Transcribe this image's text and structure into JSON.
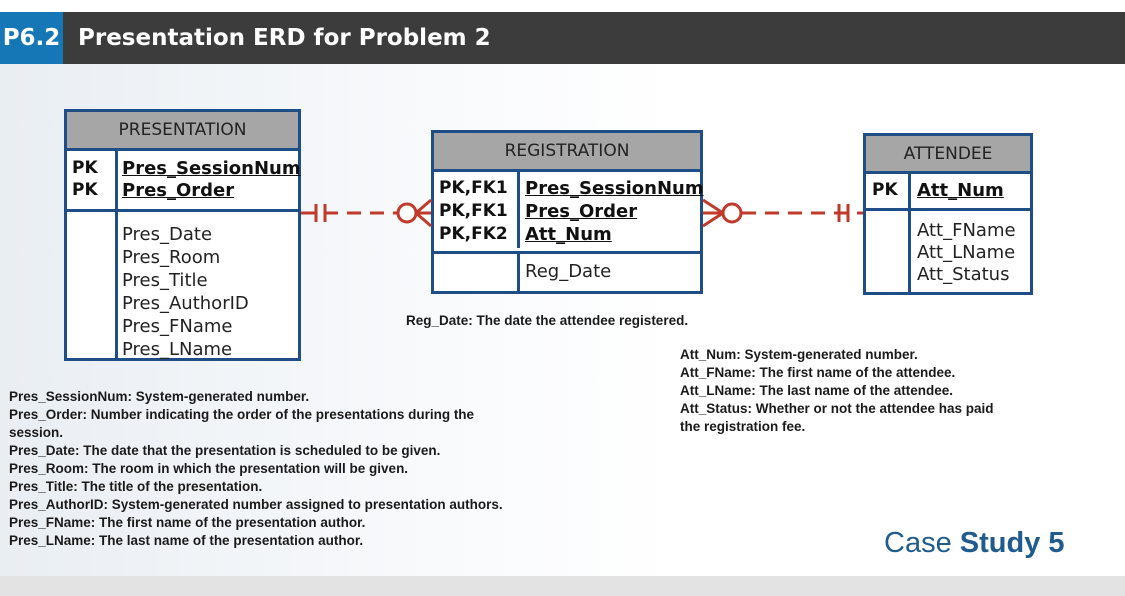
{
  "header": {
    "number": "P6.2",
    "title": "Presentation ERD for Problem 2"
  },
  "entities": {
    "presentation": {
      "name": "PRESENTATION",
      "keys": [
        "PK",
        "PK"
      ],
      "key_attrs": [
        "Pres_SessionNum",
        "Pres_Order"
      ],
      "attrs": [
        "Pres_Date",
        "Pres_Room",
        "Pres_Title",
        "Pres_AuthorID",
        "Pres_FName",
        "Pres_LName"
      ]
    },
    "registration": {
      "name": "REGISTRATION",
      "keys": [
        "PK,FK1",
        "PK,FK1",
        "PK,FK2"
      ],
      "key_attrs": [
        "Pres_SessionNum",
        "Pres_Order",
        "Att_Num"
      ],
      "attrs": [
        "Reg_Date"
      ]
    },
    "attendee": {
      "name": "ATTENDEE",
      "keys": [
        "PK"
      ],
      "key_attrs": [
        "Att_Num"
      ],
      "attrs": [
        "Att_FName",
        "Att_LName",
        "Att_Status"
      ]
    }
  },
  "relationships": [
    {
      "from": "PRESENTATION",
      "to": "REGISTRATION",
      "from_cardinality": "one-mandatory",
      "to_cardinality": "zero-or-many",
      "style": "dashed"
    },
    {
      "from": "ATTENDEE",
      "to": "REGISTRATION",
      "from_cardinality": "one-mandatory",
      "to_cardinality": "zero-or-many",
      "style": "dashed"
    }
  ],
  "notes": {
    "registration": [
      "Reg_Date: The date the attendee registered."
    ],
    "attendee": [
      "Att_Num: System-generated number.",
      "Att_FName: The first name of the attendee.",
      "Att_LName: The last name of the attendee.",
      "Att_Status: Whether or not the attendee has paid",
      "the registration fee."
    ],
    "presentation": [
      "Pres_SessionNum: System-generated number.",
      "Pres_Order: Number indicating the order of the presentations during the",
      "session.",
      "Pres_Date: The date that the presentation is scheduled to be given.",
      "Pres_Room: The room in which the presentation will be given.",
      "Pres_Title: The title of the presentation.",
      "Pres_AuthorID: System-generated number assigned to presentation authors.",
      "Pres_FName: The first name of the presentation author.",
      "Pres_LName: The last name of the presentation author."
    ]
  },
  "footer": {
    "case_prefix": "Case",
    "case_bold": "Study 5"
  },
  "colors": {
    "header_bg": "#3c3c3c",
    "number_bg": "#1677b6",
    "entity_border": "#1f4e86",
    "entity_header": "#a6a6a6",
    "relationship": "#c0392b",
    "case_text": "#1f5b8c"
  }
}
